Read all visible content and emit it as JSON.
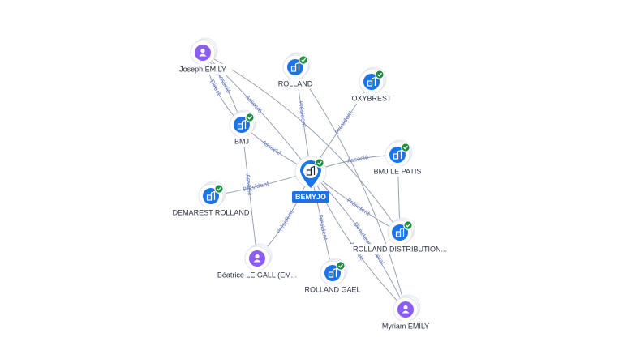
{
  "center": {
    "id": "bemyjo",
    "label": "BEMYJO",
    "type": "company",
    "icon": "building-icon",
    "verified": true
  },
  "nodes": [
    {
      "id": "joseph",
      "label": "Joseph EMILY",
      "type": "person",
      "icon": "person-icon",
      "verified": false
    },
    {
      "id": "rolland",
      "label": "ROLLAND",
      "type": "company",
      "icon": "building-icon",
      "verified": true
    },
    {
      "id": "oxybrest",
      "label": "OXYBREST",
      "type": "company",
      "icon": "building-icon",
      "verified": true
    },
    {
      "id": "bmj",
      "label": "BMJ",
      "type": "company",
      "icon": "building-icon",
      "verified": true
    },
    {
      "id": "bmjlepatis",
      "label": "BMJ LE PATIS",
      "type": "company",
      "icon": "building-icon",
      "verified": true
    },
    {
      "id": "demarest",
      "label": "DEMAREST ROLLAND",
      "type": "company",
      "icon": "building-icon",
      "verified": true
    },
    {
      "id": "rollanddistrib",
      "label": "ROLLAND DISTRIBUTION...",
      "type": "company",
      "icon": "building-icon",
      "verified": true
    },
    {
      "id": "beatrice",
      "label": "Béatrice LE GALL (EM...",
      "type": "person",
      "icon": "person-icon",
      "verified": false
    },
    {
      "id": "rollandgael",
      "label": "ROLLAND GAEL",
      "type": "company",
      "icon": "building-icon",
      "verified": true
    },
    {
      "id": "myriam",
      "label": "Myriam EMILY",
      "type": "person",
      "icon": "person-icon",
      "verified": false
    }
  ],
  "edges": [
    {
      "from": "joseph",
      "to": "bmj",
      "label": "Associé"
    },
    {
      "from": "joseph",
      "to": "bmj",
      "label": "Direct"
    },
    {
      "from": "joseph",
      "to": "bemyjo",
      "label": "Associé"
    },
    {
      "from": "joseph",
      "to": "rollanddistrib",
      "label": ""
    },
    {
      "from": "rolland",
      "to": "bemyjo",
      "label": "Président"
    },
    {
      "from": "rolland",
      "to": "myriam",
      "label": ""
    },
    {
      "from": "oxybrest",
      "to": "bemyjo",
      "label": "Président"
    },
    {
      "from": "bmj",
      "to": "bemyjo",
      "label": "Associé"
    },
    {
      "from": "bmj",
      "to": "beatrice",
      "label": "Associé"
    },
    {
      "from": "bmjlepatis",
      "to": "bemyjo",
      "label": "Associé"
    },
    {
      "from": "bmjlepatis",
      "to": "rollanddistrib",
      "label": ""
    },
    {
      "from": "demarest",
      "to": "bemyjo",
      "label": "Président"
    },
    {
      "from": "rollanddistrib",
      "to": "bemyjo",
      "label": "Président"
    },
    {
      "from": "beatrice",
      "to": "bemyjo",
      "label": "Président"
    },
    {
      "from": "rollandgael",
      "to": "bemyjo",
      "label": "Président"
    },
    {
      "from": "myriam",
      "to": "bemyjo",
      "label": "Directeur général"
    },
    {
      "from": "myriam",
      "to": "bemyjo",
      "label": "Associé"
    }
  ],
  "colors": {
    "company": "#1a73e8",
    "person": "#8b5cf6",
    "verified": "#1e8e3e",
    "edge": "#8e98ad",
    "edge_label": "#5b74c9"
  }
}
